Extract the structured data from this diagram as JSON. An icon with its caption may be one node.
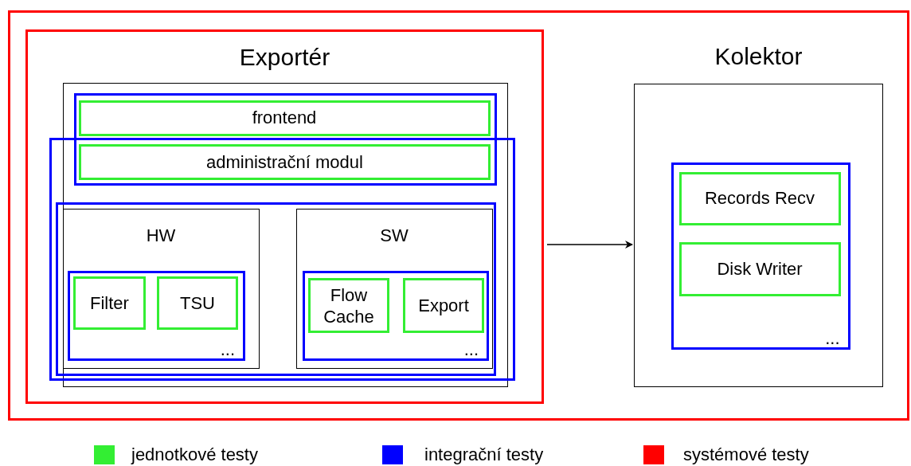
{
  "diagram": {
    "nodes": [
      {
        "text": [],
        "shape": "box"
      },
      {
        "text": [
          "Exportér"
        ],
        "in": 0
      },
      {
        "text": [],
        "shape": "box",
        "in": 1
      },
      {
        "text": [],
        "shape": "box",
        "in": 2
      },
      {
        "text": [
          "frontend"
        ],
        "in": 3
      },
      {
        "text": [],
        "shape": "box",
        "in": 2
      },
      {
        "text": [
          "administrační modul"
        ]
      },
      {
        "text": [],
        "shape": "box",
        "in": 5
      },
      {
        "text": [
          "HW"
        ],
        "in": 7
      },
      {
        "text": [
          "..."
        ],
        "in": 8
      },
      {
        "text": [
          "Filter"
        ],
        "in": 9
      },
      {
        "text": [
          "TSU"
        ],
        "in": 9
      },
      {
        "text": [
          "SW"
        ],
        "in": 7
      },
      {
        "text": [
          "..."
        ],
        "in": 12
      },
      {
        "text": [
          "Flow Cache"
        ],
        "in": 13
      },
      {
        "text": [
          "Export"
        ],
        "in": 13
      },
      {
        "text": [
          "Kolektor"
        ],
        "in": 0
      },
      {
        "text": [
          "..."
        ],
        "in": 16
      },
      {
        "text": [
          "Records Recv"
        ],
        "in": 17
      },
      {
        "text": [
          "Disk Writer"
        ],
        "in": 17
      }
    ],
    "edges": [
      {
        "from": 1,
        "to": 16,
        "arrow": "to"
      }
    ],
    "legend": [
      {
        "text": "jednotkové testy",
        "color": "#33ee33"
      },
      {
        "text": "integrační testy",
        "color": "#0000ff"
      },
      {
        "text": "systémové testy",
        "color": "#ff0000"
      }
    ]
  }
}
